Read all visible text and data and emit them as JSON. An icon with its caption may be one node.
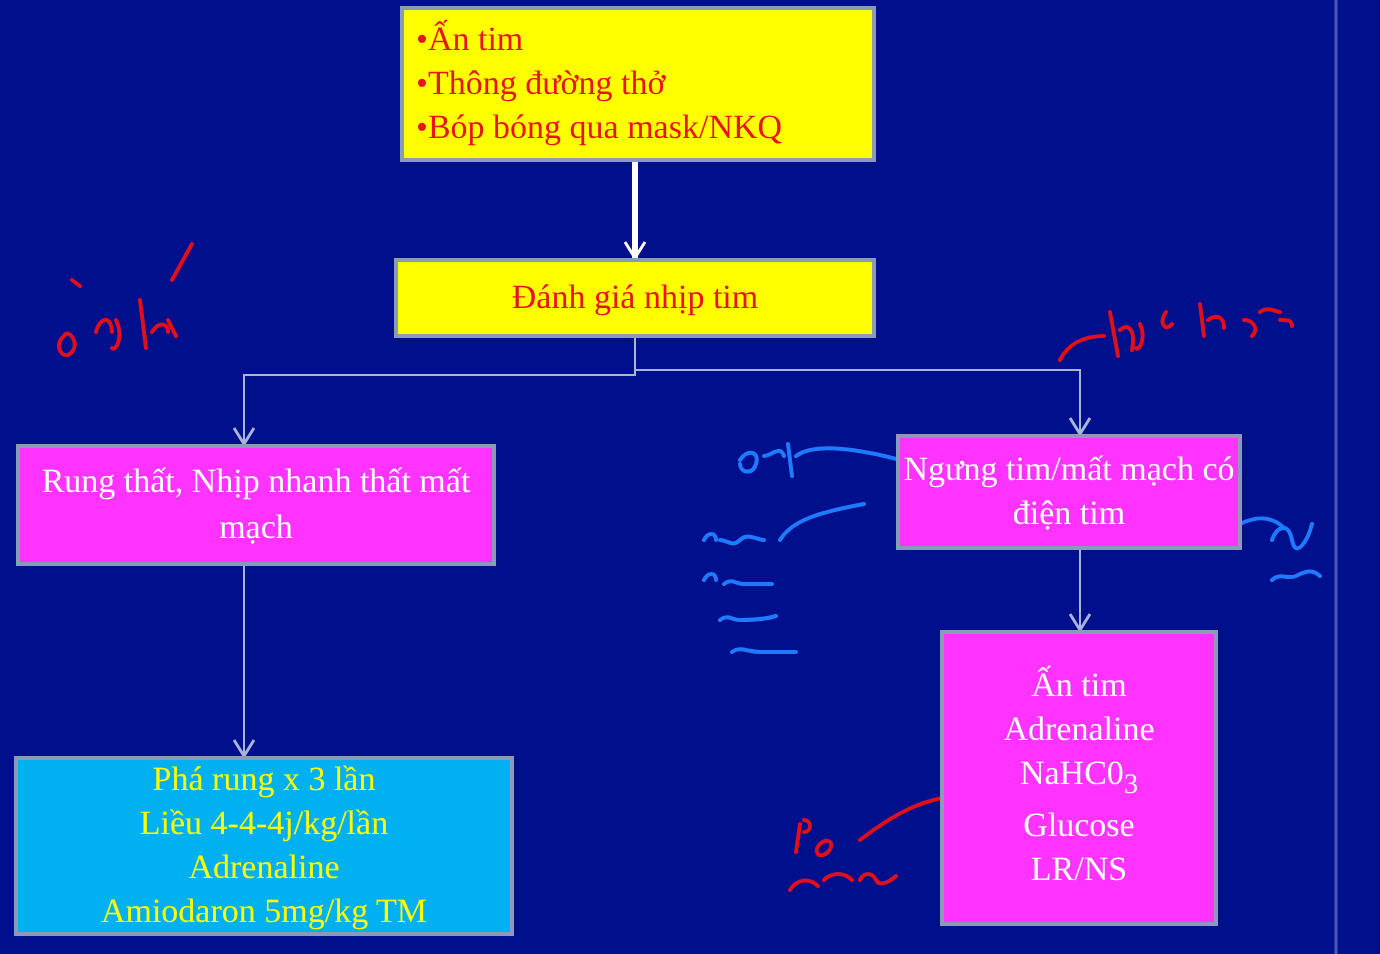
{
  "diagram": {
    "nodes": [
      {
        "text": [
          "•Ấn tim",
          "•Thông đường thở",
          "•Bóp bóng qua mask/NKQ"
        ]
      },
      {
        "text": [
          "Đánh giá nhịp tim"
        ]
      },
      {
        "text": [
          "Rung thất, Nhịp nhanh thất mất mạch"
        ]
      },
      {
        "text": [
          "Ngưng tim/mất mạch có điện tim"
        ]
      },
      {
        "text": [
          "Ấn tim",
          "Adrenaline",
          "NaHC0$_{3}$",
          "Glucose",
          "LR/NS"
        ]
      },
      {
        "text": [
          "Phá rung x 3 lần",
          "Liều 4-4-4j/kg/lần",
          "Adrenaline",
          "Amiodaron 5mg/kg TM"
        ]
      }
    ],
    "edges": [
      {
        "from": 0,
        "to": 1,
        "arrow": "to",
        "style": "thick",
        "color": "#ffffff"
      },
      {
        "from": 1,
        "to": 2,
        "arrow": "to"
      },
      {
        "from": 1,
        "to": 3,
        "arrow": "to"
      },
      {
        "from": 3,
        "to": 4,
        "arrow": "to"
      },
      {
        "from": 2,
        "to": 5,
        "arrow": "to"
      }
    ]
  }
}
